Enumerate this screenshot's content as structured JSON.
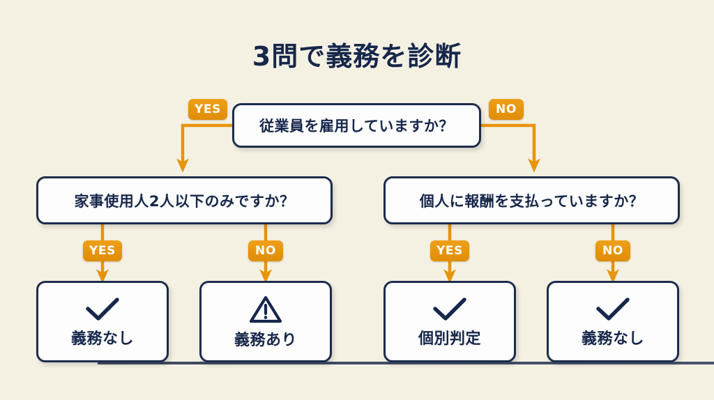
{
  "page": {
    "title": "3問で義務を診断",
    "background_color": "#f4f1e3",
    "accent_color": "#e8940c",
    "ink_color": "#16274a"
  },
  "flowchart": {
    "type": "decision-tree",
    "root": {
      "question": "従業員を雇用していますか？",
      "yes_label": "YES",
      "no_label": "NO"
    },
    "branches": [
      {
        "side": "left",
        "from_answer": "YES",
        "question": "家事使用人2人以下のみですか？",
        "yes_label": "YES",
        "no_label": "NO",
        "results": [
          {
            "answer": "YES",
            "icon": "check-icon",
            "label": "義務なし"
          },
          {
            "answer": "NO",
            "icon": "warning-icon",
            "label": "義務あり"
          }
        ]
      },
      {
        "side": "right",
        "from_answer": "NO",
        "question": "個人に報酬を支払っていますか？",
        "yes_label": "YES",
        "no_label": "NO",
        "results": [
          {
            "answer": "YES",
            "icon": "check-icon",
            "label": "個別判定"
          },
          {
            "answer": "NO",
            "icon": "check-icon",
            "label": "義務なし"
          }
        ]
      }
    ]
  }
}
